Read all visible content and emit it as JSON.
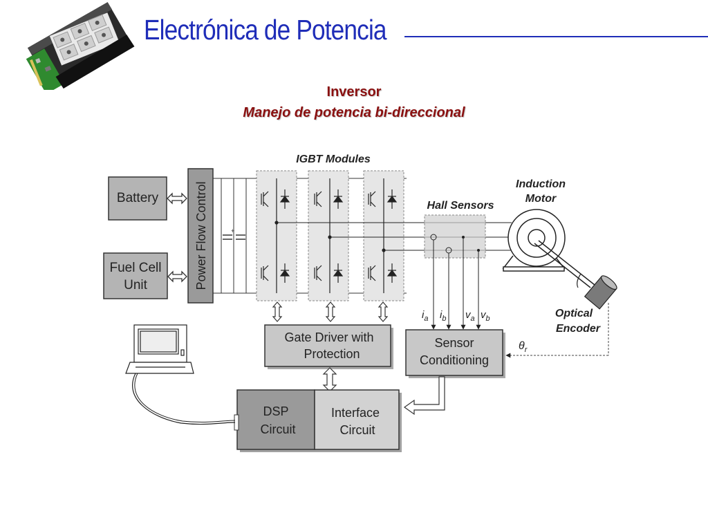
{
  "header": {
    "title": "Electrónica de Potencia",
    "image": "igbt-module-photo",
    "accent_color": "#1f2db8"
  },
  "subtitle": {
    "line1": "Inversor",
    "line2": "Manejo de potencia bi-direccional",
    "color": "#8a1010"
  },
  "diagram": {
    "igbt_modules_label": "IGBT Modules",
    "hall_sensors_label": "Hall Sensors",
    "induction_motor_label": [
      "Induction",
      "Motor"
    ],
    "optical_encoder_label": [
      "Optical",
      "Encoder"
    ],
    "battery_label": "Battery",
    "fuel_cell_label": [
      "Fuel Cell",
      "Unit"
    ],
    "power_flow_label": "Power Flow Control",
    "gate_driver_label": [
      "Gate Driver with",
      "Protection"
    ],
    "sensor_conditioning_label": [
      "Sensor",
      "Conditioning"
    ],
    "dsp_label": [
      "DSP",
      "Circuit"
    ],
    "interface_label": [
      "Interface",
      "Circuit"
    ],
    "signals": {
      "ia": {
        "base": "i",
        "sub": "a"
      },
      "ib": {
        "base": "i",
        "sub": "b"
      },
      "va": {
        "base": "v",
        "sub": "a"
      },
      "vb": {
        "base": "v",
        "sub": "b"
      },
      "theta": {
        "base": "θ",
        "sub": "r"
      }
    },
    "icons": [
      "computer-terminal-icon",
      "induction-motor-icon",
      "optical-encoder-icon",
      "igbt-switch-icon",
      "capacitor-icon"
    ]
  }
}
